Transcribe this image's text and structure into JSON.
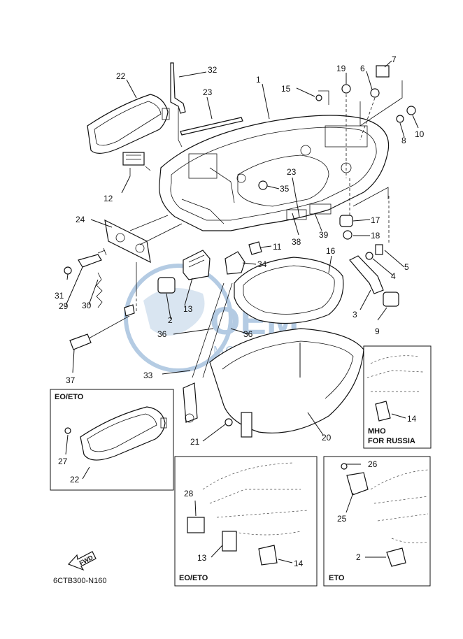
{
  "diagram": {
    "code": "6CTB300-N160",
    "fwd_label": "FWD",
    "watermark": {
      "brand": "OEM",
      "sub": "MOTORPARTS",
      "color": "#2b6cb0"
    },
    "callouts": [
      {
        "id": "c1",
        "text": "1"
      },
      {
        "id": "c2",
        "text": "2"
      },
      {
        "id": "c3",
        "text": "3"
      },
      {
        "id": "c4",
        "text": "4"
      },
      {
        "id": "c5",
        "text": "5"
      },
      {
        "id": "c6",
        "text": "6"
      },
      {
        "id": "c7",
        "text": "7"
      },
      {
        "id": "c8",
        "text": "8"
      },
      {
        "id": "c9",
        "text": "9"
      },
      {
        "id": "c10",
        "text": "10"
      },
      {
        "id": "c11",
        "text": "11"
      },
      {
        "id": "c12",
        "text": "12"
      },
      {
        "id": "c13",
        "text": "13"
      },
      {
        "id": "c15",
        "text": "15"
      },
      {
        "id": "c16",
        "text": "16"
      },
      {
        "id": "c17",
        "text": "17"
      },
      {
        "id": "c18",
        "text": "18"
      },
      {
        "id": "c19",
        "text": "19"
      },
      {
        "id": "c20",
        "text": "20"
      },
      {
        "id": "c21",
        "text": "21"
      },
      {
        "id": "c22",
        "text": "22"
      },
      {
        "id": "c23a",
        "text": "23"
      },
      {
        "id": "c23b",
        "text": "23"
      },
      {
        "id": "c24",
        "text": "24"
      },
      {
        "id": "c29",
        "text": "29"
      },
      {
        "id": "c30",
        "text": "30"
      },
      {
        "id": "c31",
        "text": "31"
      },
      {
        "id": "c32",
        "text": "32"
      },
      {
        "id": "c33",
        "text": "33"
      },
      {
        "id": "c34",
        "text": "34"
      },
      {
        "id": "c35",
        "text": "35"
      },
      {
        "id": "c36a",
        "text": "36"
      },
      {
        "id": "c36b",
        "text": "36"
      },
      {
        "id": "c37",
        "text": "37"
      },
      {
        "id": "c38",
        "text": "38"
      },
      {
        "id": "c39",
        "text": "39"
      }
    ],
    "insets": {
      "eo_eto_left": {
        "title": "EO/ETO",
        "labels": [
          "27",
          "22"
        ]
      },
      "mho_russia": {
        "title_line1": "MHO",
        "title_line2": "FOR RUSSIA",
        "labels": [
          "14"
        ]
      },
      "eo_eto_bottom": {
        "title": "EO/ETO",
        "labels": [
          "28",
          "13",
          "14"
        ]
      },
      "eto": {
        "title": "ETO",
        "labels": [
          "26",
          "25",
          "2"
        ]
      }
    }
  }
}
